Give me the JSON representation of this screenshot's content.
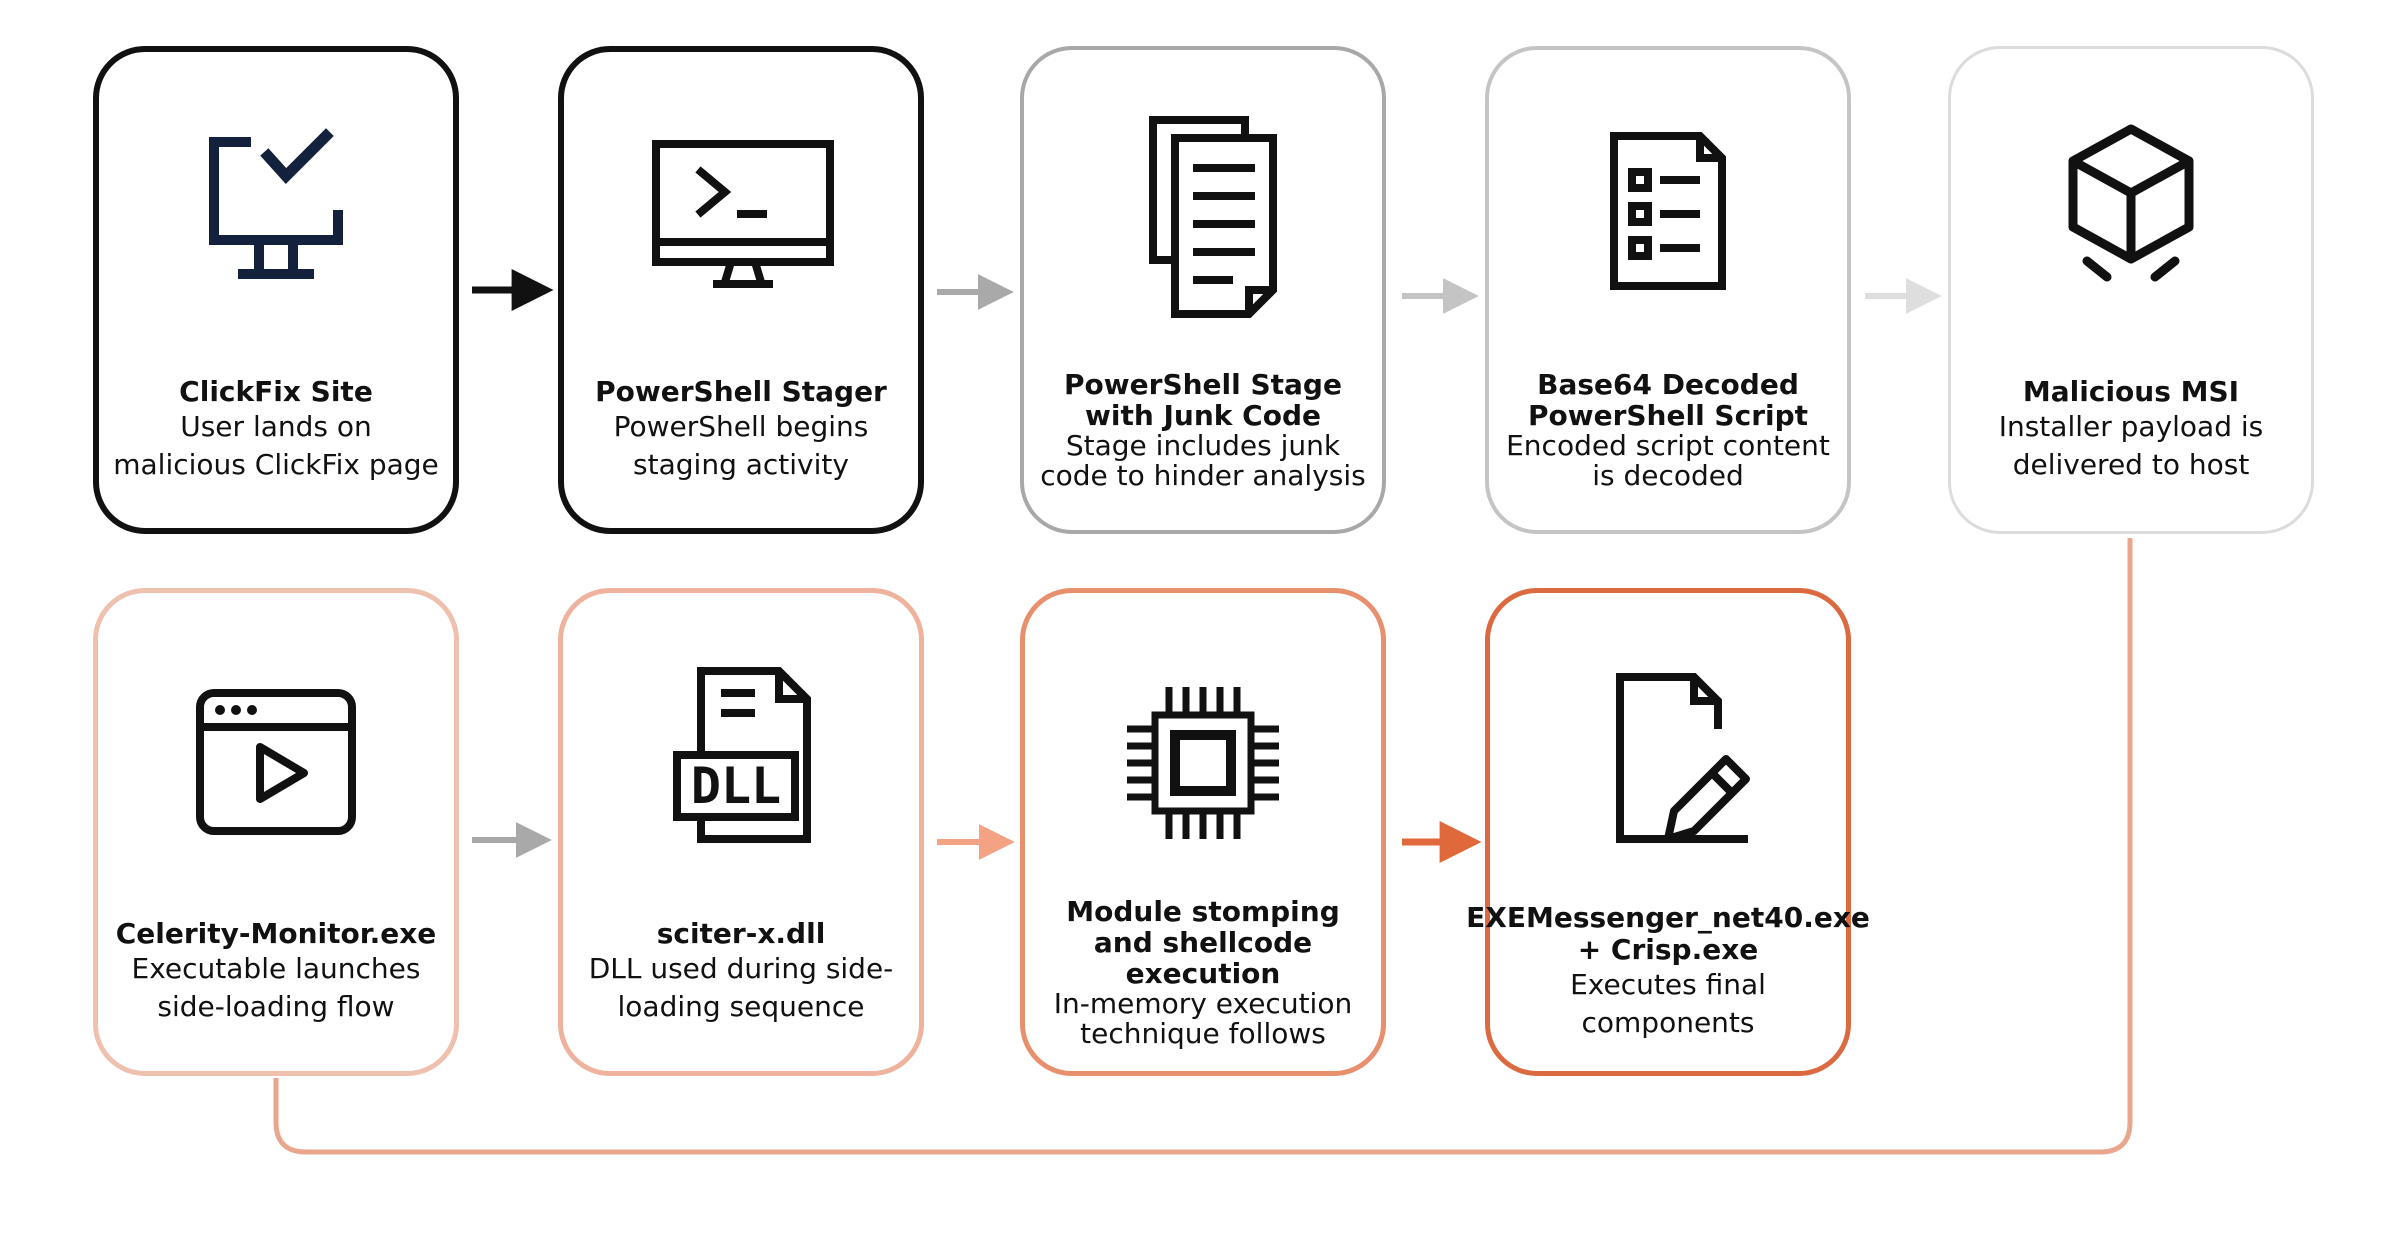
{
  "steps": [
    {
      "title": "ClickFix Site",
      "desc": "User lands on malicious ClickFix page",
      "icon": "monitor-check-icon",
      "border_color": "#111111"
    },
    {
      "title": "PowerShell Stager",
      "desc": "PowerShell begins staging activity",
      "icon": "terminal-monitor-icon",
      "border_color": "#111111"
    },
    {
      "title": "PowerShell Stage with Junk Code",
      "desc": "Stage includes junk code to hinder analysis",
      "icon": "documents-icon",
      "border_color": "#a8a8a8"
    },
    {
      "title": "Base64 Decoded PowerShell Script",
      "desc": "Encoded script content is decoded",
      "icon": "checklist-document-icon",
      "border_color": "#c4c4c4"
    },
    {
      "title": "Malicious MSI",
      "desc": "Installer payload is delivered to host",
      "icon": "package-cube-icon",
      "border_color": "#dcdcdc"
    },
    {
      "title": "Celerity-Monitor.exe",
      "desc": "Executable launches side-loading flow",
      "icon": "app-window-play-icon",
      "border_color": "#f0c0ae"
    },
    {
      "title": "sciter-x.dll",
      "desc": "DLL used during side-loading sequence",
      "icon": "dll-file-icon",
      "border_color": "#efb39d"
    },
    {
      "title": "Module stomping and shellcode execution",
      "desc": "In-memory execution technique follows",
      "icon": "cpu-chip-icon",
      "border_color": "#e8906d"
    },
    {
      "title": "EXEMessenger_net40.exe + Crisp.exe",
      "desc": "Executes final components",
      "icon": "file-edit-icon",
      "border_color": "#dc6a41"
    }
  ],
  "dll_label": "DLL",
  "colors": {
    "arrow_1": "#111111",
    "arrow_2": "#a9a9a9",
    "arrow_3": "#c4c4c4",
    "arrow_4": "#dedede",
    "arrow_5": "#a9a9a9",
    "arrow_6": "#f3a284",
    "arrow_7": "#e0693c",
    "connector": "#eaa68c",
    "icon_navy": "#14213d"
  }
}
